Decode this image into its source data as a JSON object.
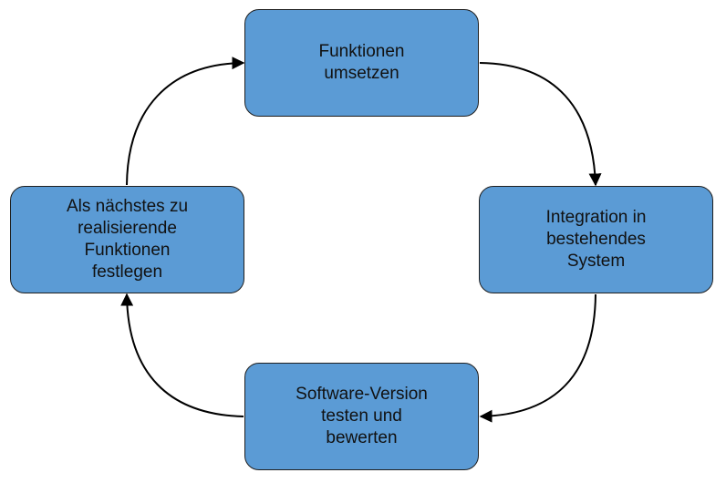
{
  "diagram": {
    "type": "cycle",
    "colors": {
      "box_fill": "#5b9bd5",
      "box_border": "#1f1f1f",
      "arrow": "#000000",
      "text": "#111111"
    },
    "nodes": {
      "top": {
        "lines": [
          "Funktionen",
          "umsetzen"
        ]
      },
      "right": {
        "lines": [
          "Integration in",
          "bestehendes",
          "System"
        ]
      },
      "bottom": {
        "lines": [
          "Software-Version",
          "testen und",
          "bewerten"
        ]
      },
      "left": {
        "lines": [
          "Als nächstes zu",
          "realisierende",
          "Funktionen",
          "festlegen"
        ]
      }
    },
    "edges": [
      {
        "from": "top",
        "to": "right"
      },
      {
        "from": "right",
        "to": "bottom"
      },
      {
        "from": "bottom",
        "to": "left"
      },
      {
        "from": "left",
        "to": "top"
      }
    ]
  }
}
